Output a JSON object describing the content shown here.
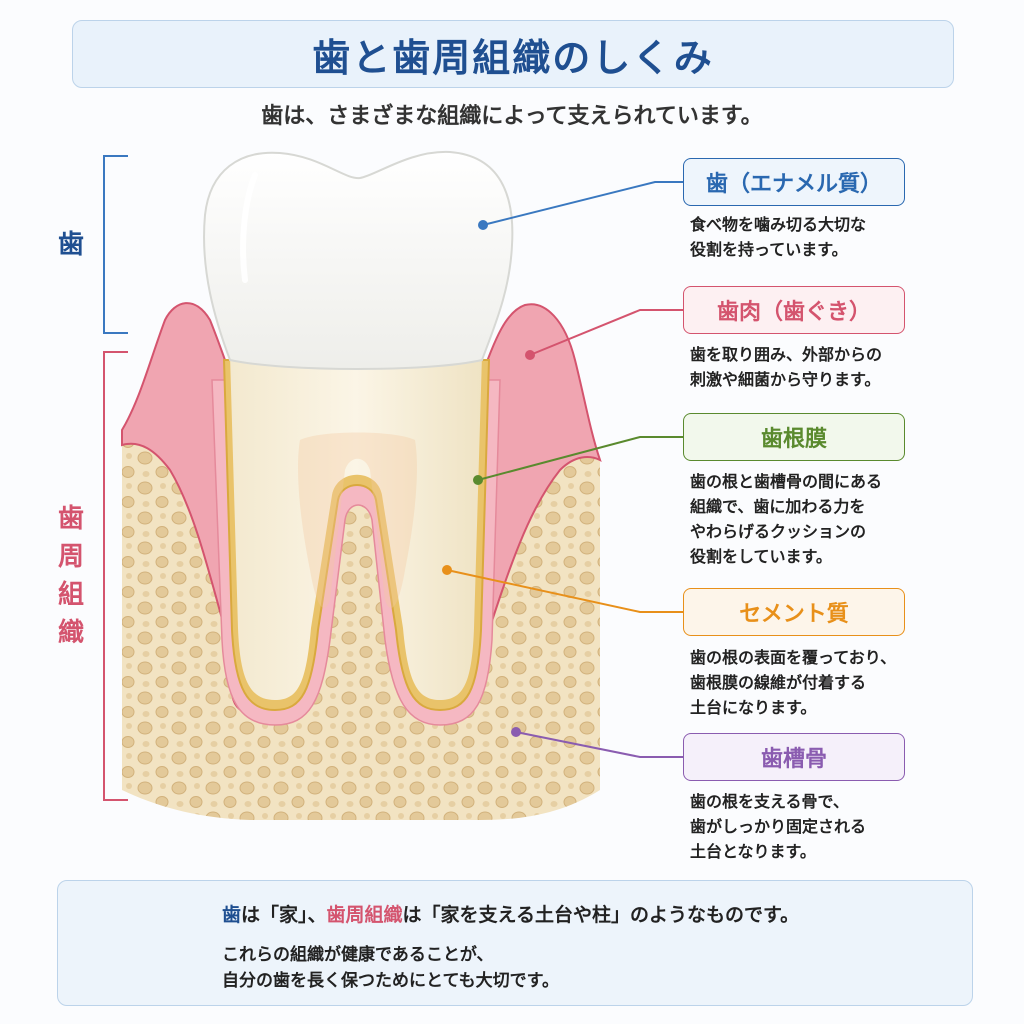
{
  "title": "歯と歯周組織のしくみ",
  "subtitle": "歯は、さまざまな組織によって支えられています。",
  "side_labels": {
    "tooth": "歯",
    "periodontal": "歯周組織"
  },
  "parts": [
    {
      "label": "歯（エナメル質）",
      "color": "#2a68b0",
      "desc": [
        "食べ物を噛み切る大切な",
        "役割を持っています。"
      ]
    },
    {
      "label": "歯肉（歯ぐき）",
      "color": "#d4546e",
      "desc": [
        "歯を取り囲み、外部からの",
        "刺激や細菌から守ります。"
      ]
    },
    {
      "label": "歯根膜",
      "color": "#5a8a2e",
      "desc": [
        "歯の根と歯槽骨の間にある",
        "組織で、歯に加わる力を",
        "やわらげるクッションの",
        "役割をしています。"
      ]
    },
    {
      "label": "セメント質",
      "color": "#e8901a",
      "desc": [
        "歯の根の表面を覆っており、",
        "歯根膜の線維が付着する",
        "土台になります。"
      ]
    },
    {
      "label": "歯槽骨",
      "color": "#8a5cb0",
      "desc": [
        "歯の根を支える骨で、",
        "歯がしっかり固定される",
        "土台となります。"
      ]
    }
  ],
  "bottom": {
    "head_t1": "歯",
    "head_t2": "は「家」、",
    "head_t3": "歯周組織",
    "head_t4": "は「家を支える土台や柱」のようなものです。",
    "line1": "これらの組織が健康であることが、",
    "line2": "自分の歯を長く保つためにとても大切です。"
  },
  "icons": {
    "house": "house-icon"
  }
}
